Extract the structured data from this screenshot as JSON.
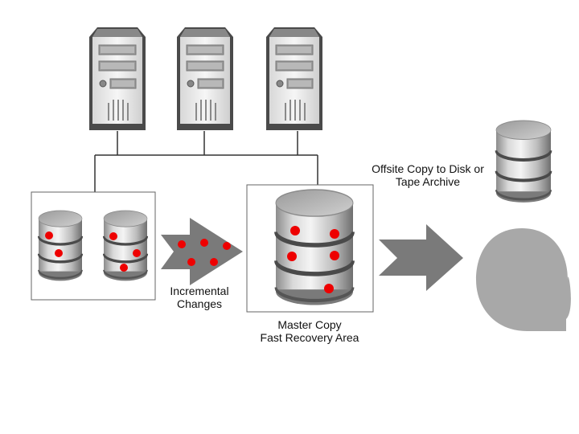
{
  "labels": {
    "incremental_line1": "Incremental",
    "incremental_line2": "Changes",
    "master_line1": "Master Copy",
    "master_line2": "Fast Recovery Area",
    "offsite_line1": "Offsite Copy to Disk or",
    "offsite_line2": "Tape Archive"
  },
  "colors": {
    "change_dot": "#ee0000",
    "arrow_fill": "#7a7a7a",
    "tape_fill": "#a8a8a8",
    "connector_line": "#333333",
    "box_border": "#666666"
  },
  "icons": [
    "server-icon",
    "database-icon",
    "tape-icon",
    "arrow-icon"
  ]
}
